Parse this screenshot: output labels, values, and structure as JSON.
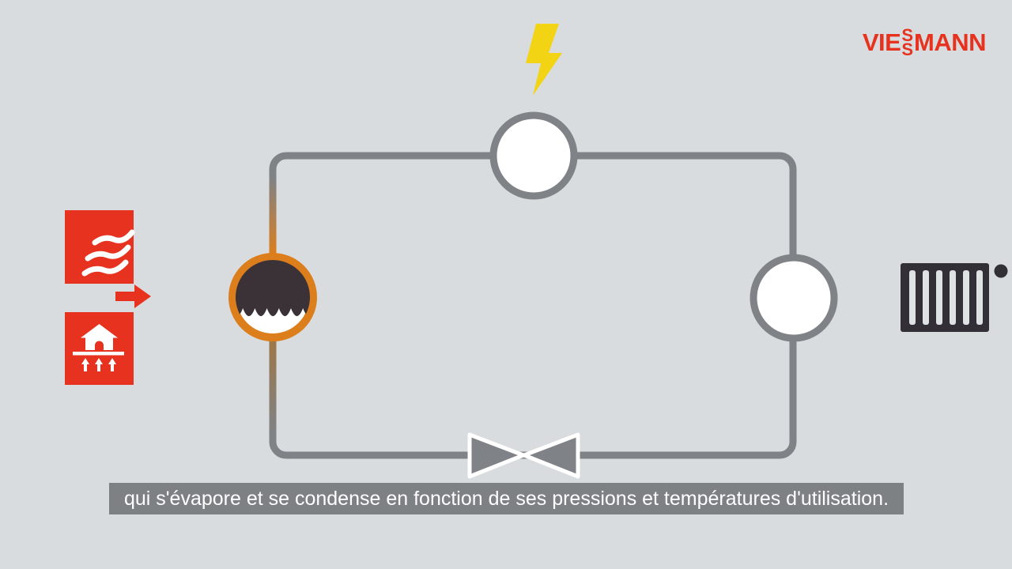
{
  "page": {
    "background": "#d9dcde"
  },
  "brand": {
    "prefix": "VIE",
    "s_top": "S",
    "s_bottom": "S",
    "suffix": "MANN",
    "color": "#e6321e"
  },
  "subtitle": {
    "text": "qui s'évapore et se condense en fonction de ses pressions et températures d'utilisation.",
    "bar_color": "#7e8184",
    "text_color": "#ffffff"
  },
  "diagram": {
    "colors": {
      "pipe": "#7f8286",
      "component_fill": "#ffffff",
      "evaporator_ring": "#dd7e1d",
      "evaporator_fluid": "#3a3236",
      "pipe_warm": "#9e7747",
      "lightning": "#f2d414",
      "accent_red": "#e6321e",
      "icon_dark": "#332f36",
      "icon_white": "#ffffff",
      "valve_fill": "#7f8286",
      "valve_stroke": "#ffffff",
      "slot_light": "#dfe2e3"
    },
    "icons": [
      "lightning-icon",
      "compressor-symbol",
      "evaporator-symbol",
      "condenser-symbol",
      "expansion-valve-symbol",
      "air-source-icon",
      "ground-source-icon",
      "flow-arrow-icon",
      "radiator-icon",
      "viessmann-logo"
    ]
  }
}
